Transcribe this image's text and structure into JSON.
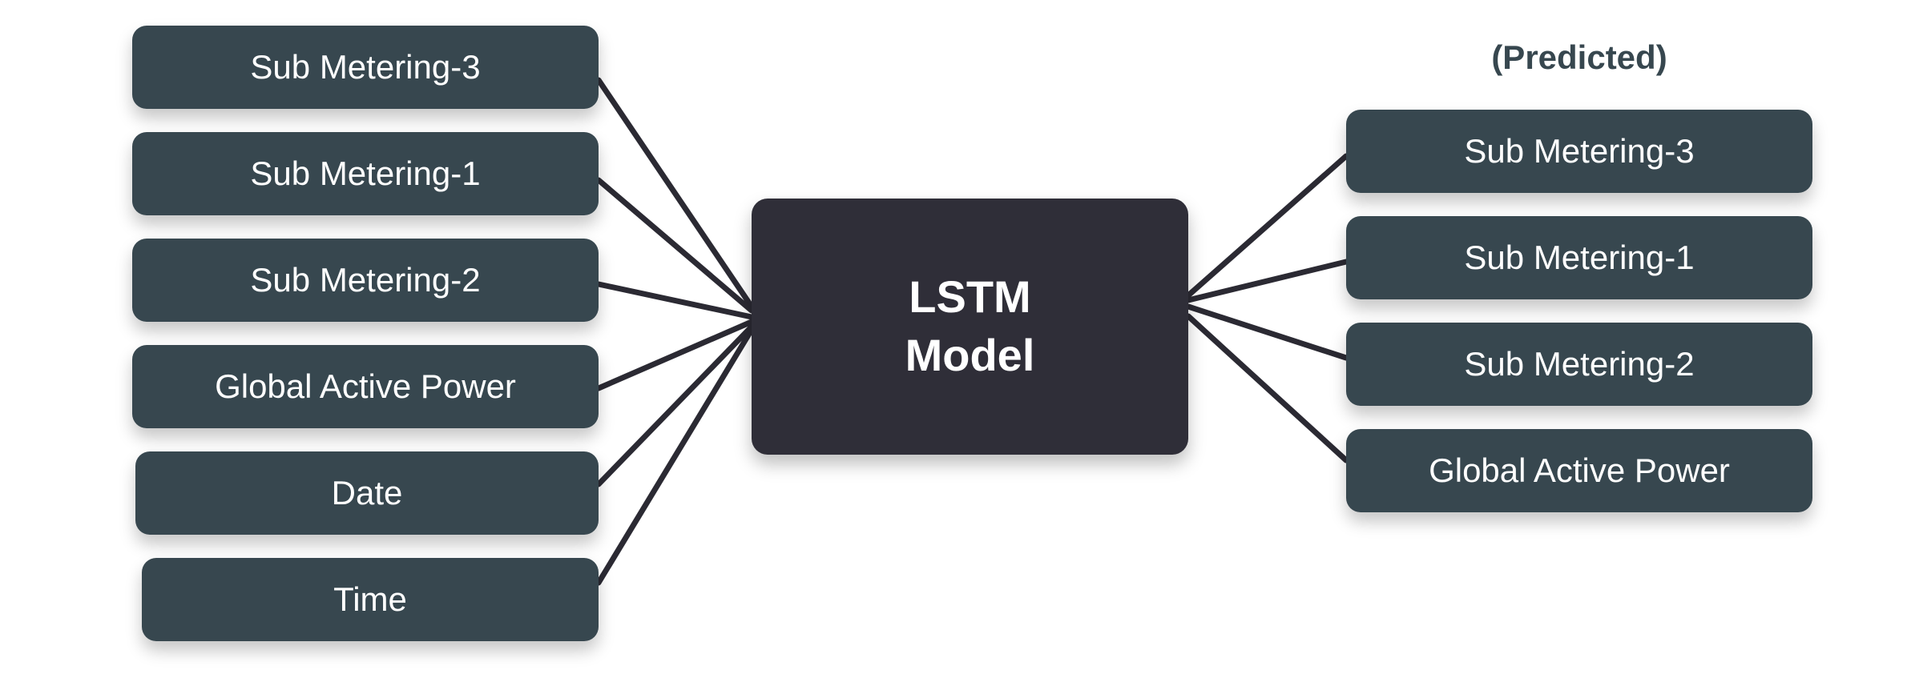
{
  "inputs": [
    {
      "label": "Sub Metering-3"
    },
    {
      "label": "Sub Metering-1"
    },
    {
      "label": "Sub Metering-2"
    },
    {
      "label": "Global Active Power"
    },
    {
      "label": "Date"
    },
    {
      "label": "Time"
    }
  ],
  "model": {
    "line1": "LSTM",
    "line2": "Model"
  },
  "outputs": {
    "title": "(Predicted)",
    "items": [
      {
        "label": "Sub Metering-3"
      },
      {
        "label": "Sub Metering-1"
      },
      {
        "label": "Sub Metering-2"
      },
      {
        "label": "Global Active Power"
      }
    ]
  },
  "colors": {
    "node_fill": "#37474f",
    "model_fill": "#2f2e38",
    "connector": "#2b2a33",
    "text": "#ffffff"
  }
}
